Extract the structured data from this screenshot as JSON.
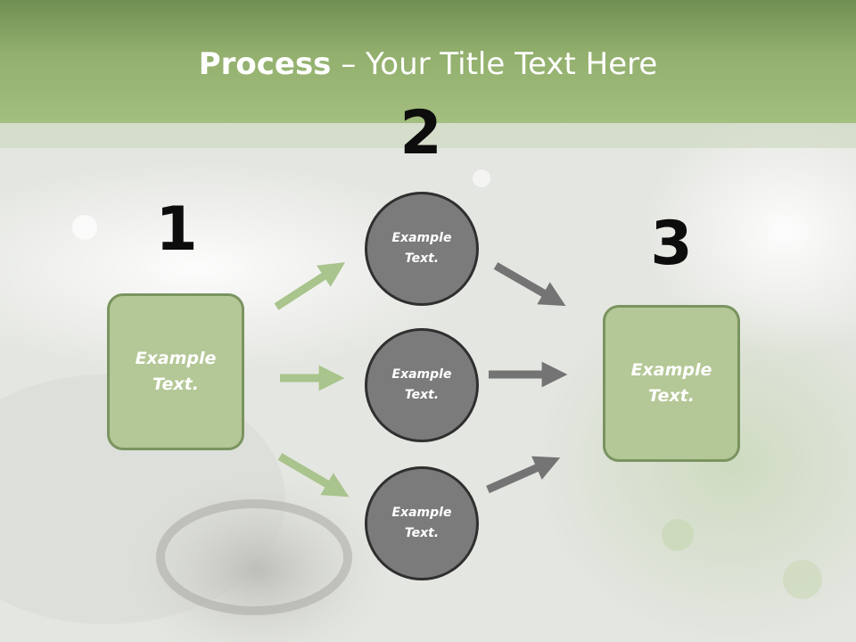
{
  "title": {
    "bold": "Process",
    "rest": " – Your Title Text Here"
  },
  "numbers": [
    "1",
    "2",
    "3"
  ],
  "left_box": "Example\nText.",
  "right_box": "Example\nText.",
  "circles": [
    "Example\nText.",
    "Example\nText.",
    "Example\nText."
  ],
  "colors": {
    "band": "#93b06e",
    "box": "#b4c796",
    "box_border": "#7a9460",
    "circle": "#7b7b7b",
    "green_arrow": "#a9c48c",
    "gray_arrow": "#747474"
  }
}
